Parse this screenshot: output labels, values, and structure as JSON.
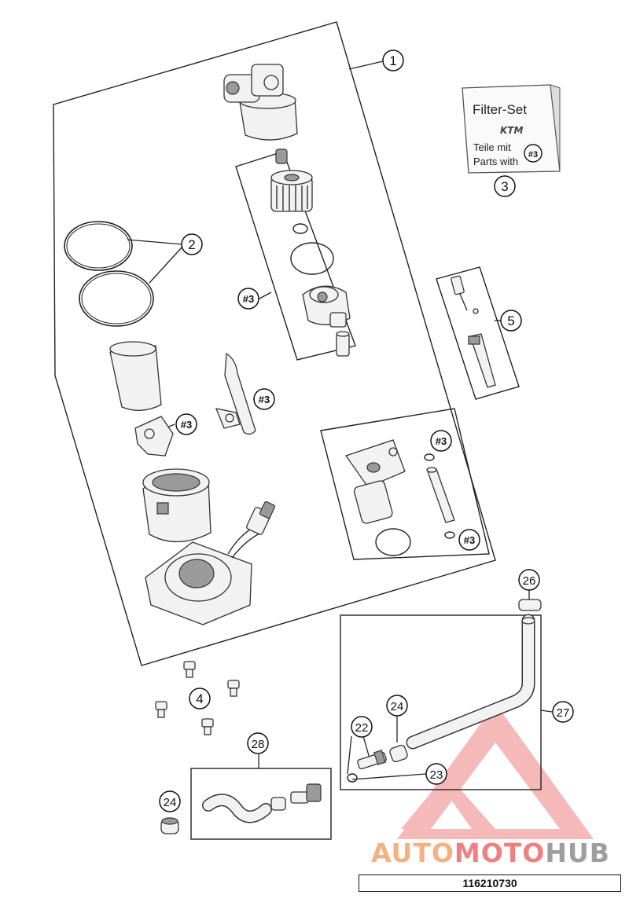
{
  "callouts": [
    "1",
    "2",
    "3",
    "4",
    "5",
    "22",
    "23",
    "24",
    "24",
    "26",
    "27",
    "28"
  ],
  "refs": [
    "#3",
    "#3",
    "#3",
    "#3",
    "#3",
    "#3"
  ],
  "filter_set_box": {
    "title": "Filter-Set",
    "brand": "KTM",
    "line1": "Teile mit",
    "line2": "Parts with",
    "ref": "#3"
  },
  "document_number": "116210730",
  "watermark": {
    "part1": "AUTO",
    "part2": "MOTO",
    "part3": "HUB"
  },
  "colors": {
    "line": "#222222",
    "watermark_red": "#f08080",
    "watermark_orange": "#f4b183",
    "watermark_gray": "#9e9e9e"
  }
}
